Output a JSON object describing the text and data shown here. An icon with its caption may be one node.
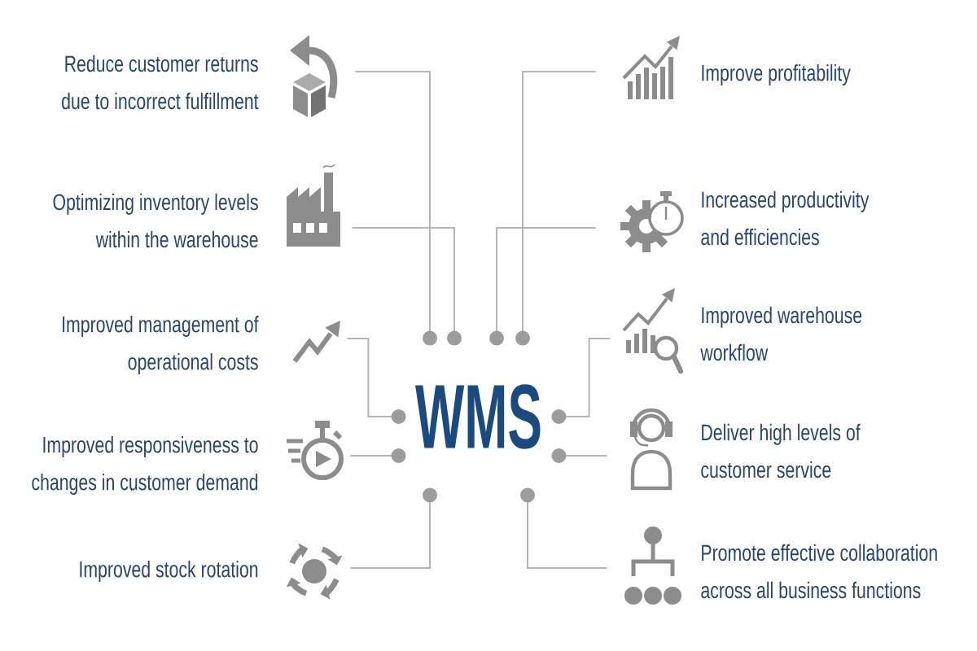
{
  "diagram": {
    "nodes": [
      {
        "text": [
          "WMS"
        ]
      },
      {
        "text": [],
        "shape": "picture",
        "beside": [
          "Reduce customer returns due to incorrect fulfillment"
        ]
      },
      {
        "text": [],
        "shape": "picture",
        "beside": [
          "Optimizing inventory levels within the warehouse"
        ]
      },
      {
        "text": [],
        "shape": "picture",
        "beside": [
          "Improved management of operational costs"
        ]
      },
      {
        "text": [],
        "shape": "picture",
        "beside": [
          "Improved responsiveness to changes in customer demand"
        ]
      },
      {
        "text": [],
        "shape": "picture",
        "beside": [
          "Improved stock rotation"
        ]
      },
      {
        "text": [],
        "shape": "picture",
        "beside": [
          "Improve profitability"
        ]
      },
      {
        "text": [],
        "shape": "picture",
        "beside": [
          "Increased productivity and efficiencies"
        ]
      },
      {
        "text": [],
        "shape": "picture",
        "beside": [
          "Improved warehouse workflow"
        ]
      },
      {
        "text": [],
        "shape": "picture",
        "beside": [
          "Deliver high levels of customer service"
        ]
      },
      {
        "text": [],
        "shape": "picture",
        "beside": [
          "Promote effective collaboration across all business functions"
        ]
      }
    ],
    "edges": [
      {
        "from": 1,
        "to": 0,
        "arrow": "other"
      },
      {
        "from": 2,
        "to": 0,
        "arrow": "other"
      },
      {
        "from": 3,
        "to": 0,
        "arrow": "other"
      },
      {
        "from": 4,
        "to": 0,
        "arrow": "other"
      },
      {
        "from": 5,
        "to": 0,
        "arrow": "other"
      },
      {
        "from": 6,
        "to": 0,
        "arrow": "other"
      },
      {
        "from": 7,
        "to": 0,
        "arrow": "other"
      },
      {
        "from": 8,
        "to": 0,
        "arrow": "other"
      },
      {
        "from": 9,
        "to": 0,
        "arrow": "other"
      },
      {
        "from": 10,
        "to": 0,
        "arrow": "other"
      }
    ]
  }
}
